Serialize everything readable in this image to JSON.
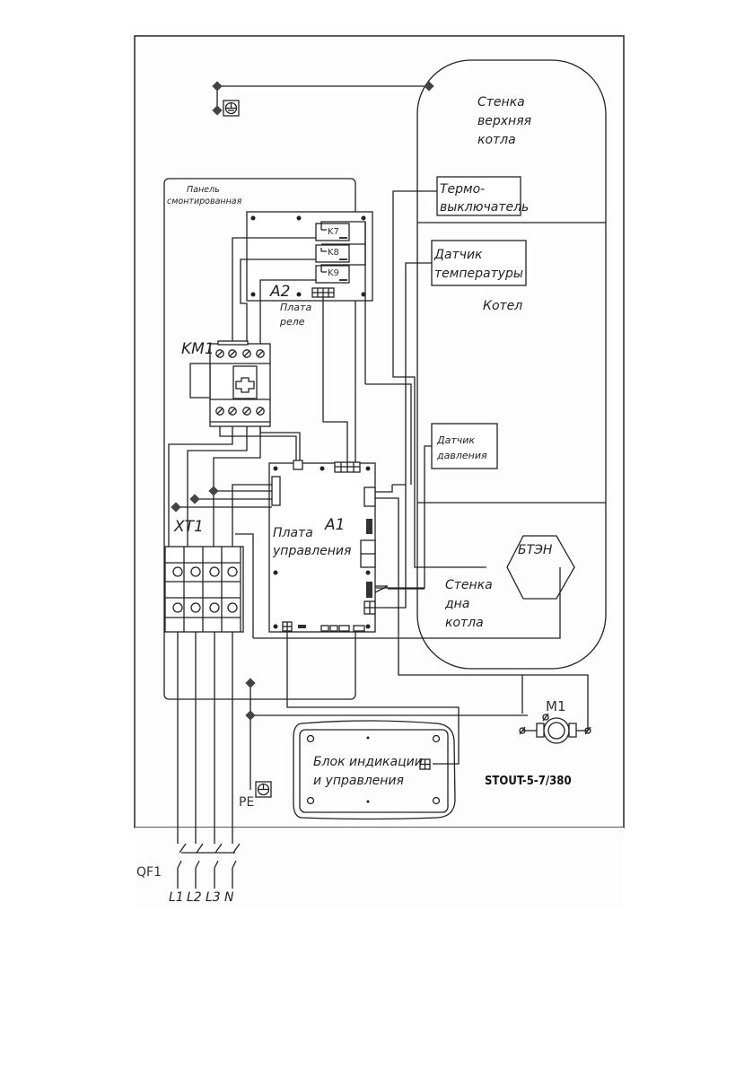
{
  "diagram": {
    "model": "STOUT-5-7/380",
    "labels": {
      "wall_top": [
        "Стенка",
        "верхняя",
        "котла"
      ],
      "panel": [
        "Панель",
        "смонтированная"
      ],
      "thermo_switch": [
        "Термо-",
        "выключатель"
      ],
      "temp_sensor": [
        "Датчик",
        "температуры"
      ],
      "boiler": "Котел",
      "relay_board_id": "A2",
      "relay_board": [
        "Плата",
        "реле"
      ],
      "relays": [
        "K7",
        "K8",
        "K9"
      ],
      "contactor": "KM1",
      "terminal_block": "XT1",
      "pressure_sensor": [
        "Датчик",
        "давления"
      ],
      "control_board_id": "A1",
      "control_board": [
        "Плата",
        "управления"
      ],
      "heater": "БТЭН",
      "wall_bottom": [
        "Стенка",
        "дна",
        "котла"
      ],
      "motor": "M1",
      "display_unit": [
        "Блок индикации",
        "и управления"
      ],
      "pe": "PE",
      "breaker": "QF1",
      "phases": [
        "L1",
        "L2",
        "L3",
        "N"
      ]
    }
  }
}
